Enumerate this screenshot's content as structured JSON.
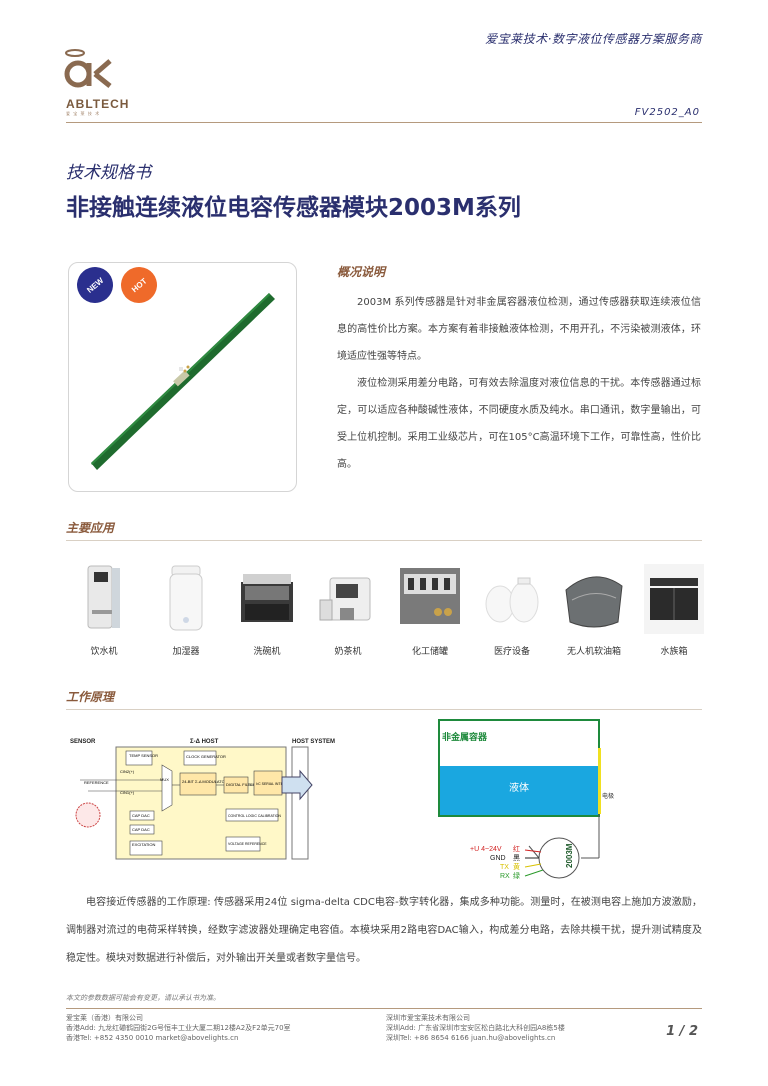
{
  "header": {
    "tagline": "爱宝莱技术·数字液位传感器方案服务商",
    "logo_word": "ABLTECH",
    "logo_sub": "爱 宝 莱 技 术",
    "doc_no": "FV2502_A0"
  },
  "title": {
    "doc_type": "技术规格书",
    "main": "非接触连续液位电容传感器模块2003M系列"
  },
  "badges": {
    "new": "NEW",
    "hot": "HOT"
  },
  "overview": {
    "heading": "概况说明",
    "paragraphs": [
      "2003M 系列传感器是针对非金属容器液位检测，通过传感器获取连续液位信息的高性价比方案。本方案有着非接触液体检测，不用开孔，不污染被测液体，环境适应性强等特点。",
      "液位检测采用差分电路，可有效去除温度对液位信息的干扰。本传感器通过标定，可以适应各种酸碱性液体，不同硬度水质及纯水。串口通讯，数字量输出，可受上位机控制。采用工业级芯片，可在105°C高温环境下工作，可靠性高，性价比高。"
    ]
  },
  "applications": {
    "heading": "主要应用",
    "items": [
      {
        "label": "饮水机",
        "icon": "water-dispenser-icon"
      },
      {
        "label": "加湿器",
        "icon": "humidifier-icon"
      },
      {
        "label": "洗碗机",
        "icon": "dishwasher-icon"
      },
      {
        "label": "奶茶机",
        "icon": "milk-tea-machine-icon"
      },
      {
        "label": "化工储罐",
        "icon": "chemical-tank-icon"
      },
      {
        "label": "医疗设备",
        "icon": "medical-equipment-icon"
      },
      {
        "label": "无人机软油箱",
        "icon": "drone-fuel-bag-icon"
      },
      {
        "label": "水族箱",
        "icon": "aquarium-icon"
      }
    ]
  },
  "principle": {
    "heading": "工作原理",
    "block_diagram": {
      "sensor": "SENSOR",
      "host_block": "Σ-Δ HOST",
      "host_system": "HOST SYSTEM",
      "temp_sensor": "TEMP SENSOR",
      "clock_generator": "CLOCK GENERATOR",
      "mux": "MUX",
      "modulator": "24-BIT Σ-Δ MODULATOR",
      "digital_filter": "DIGITAL FILTER",
      "serial_interface": "I²C SERIAL INTERFACE",
      "control_logic": "CONTROL LOGIC CALIBRATION",
      "voltage_reference": "VOLTAGE REFERENCE",
      "cap_dac": "CAP DAC",
      "excitation": "EXCITATION",
      "cin2": "CIN2(+)",
      "reference": "REFERENCE",
      "cin1": "CIN1(+)"
    },
    "sensor_diagram": {
      "container": "非金属容器",
      "liquid": "液体",
      "electrode": "电极",
      "module": "2003M",
      "wires": [
        {
          "name": "+U 4~24V",
          "color_name": "红",
          "color": "#d22222"
        },
        {
          "name": "GND",
          "color_name": "黑",
          "color": "#222222"
        },
        {
          "name": "TX",
          "color_name": "黄",
          "color": "#d8c200"
        },
        {
          "name": "RX",
          "color_name": "绿",
          "color": "#2a9a2a"
        }
      ]
    },
    "text": "电容接近传感器的工作原理: 传感器采用24位 sigma-delta CDC电容-数字转化器，集成多种功能。测量时，在被测电容上施加方波激励，调制器对流过的电荷采样转换，经数字滤波器处理确定电容值。本模块采用2路电容DAC输入，构成差分电路，去除共模干扰，提升测试精度及稳定性。模块对数据进行补偿后，对外输出开关量或者数字量信号。"
  },
  "footer": {
    "disclaimer": "本文的参数数据可能会有变更，请以承认书为准。",
    "left": [
      "爱宝莱（香港）有限公司",
      "香港Add: 九龙红磡鹤园街2G号恒丰工业大厦二期12楼A2及F2单元70室",
      "香港Tel:  +852 4350 0010 market@abovelights.cn"
    ],
    "right": [
      "深圳市爱宝莱技术有限公司",
      "深圳Add: 广东省深圳市宝安区松白路北大科创园A8栋5楼",
      "深圳Tel:  +86 8654 6166  juan.hu@abovelights.cn"
    ],
    "page": "1 / 2"
  },
  "colors": {
    "navy": "#2a2f6e",
    "brown": "#8a5a3c",
    "pcb_green": "#1f6b2e",
    "liquid": "#1aa7e0"
  }
}
